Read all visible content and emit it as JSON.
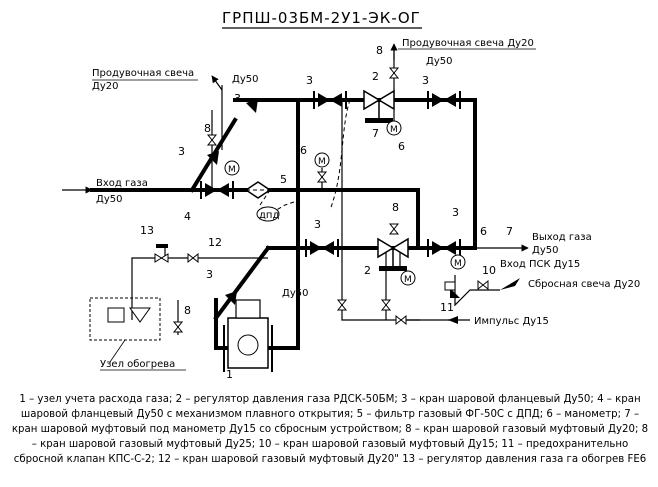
{
  "title": "ГРПШ-03БМ-2У1-ЭК-ОГ",
  "labels": {
    "purge_left_line1": "Продувочная свеча",
    "purge_left_line2": "Ду20",
    "purge_right": "Продувочная свеча Ду20",
    "inlet_line1": "Вход газа",
    "inlet_line2": "Ду50",
    "outlet_line1": "Выход газа",
    "outlet_line2": "Ду50",
    "psk_inlet": "Вход ПСК Ду15",
    "relief_purge": "Сбросная свеча Ду20",
    "impulse": "Импульс Ду15",
    "heater": "Узел обогрева",
    "dn50_a": "Ду50",
    "dn50_b": "Ду50",
    "dn50_c": "Ду50",
    "dpd": "дпд"
  },
  "numbers": [
    "1",
    "2",
    "2",
    "3",
    "3",
    "3",
    "3",
    "3",
    "3",
    "3",
    "4",
    "5",
    "6",
    "6",
    "6",
    "7",
    "7",
    "8",
    "8",
    "8",
    "8",
    "10",
    "11",
    "12",
    "13"
  ],
  "legend": "1 – узел учета расхода газа; 2 – регулятор давления газа РДСК-50БМ; 3 – кран шаровой фланцевый Ду50; 4 – кран шаровой фланцевый Ду50 с механизмом плавного открытия; 5 – фильтр газовый ФГ-50С с ДПД; 6 – манометр; 7 – кран шаровой муфтовый под манометр Ду15 со сбросным устройством; 8 – кран шаровой газовый муфтовый Ду20; 8 – кран шаровой газовый муфтовый Ду25; 10 – кран шаровой газовый муфтовый Ду15; 11 – предохранительно сбросной клапан КПС-С-2; 12 – кран шаровой газовый муфтовый Ду20\" 13 – регулятор давления газа га обогрев FE6"
}
